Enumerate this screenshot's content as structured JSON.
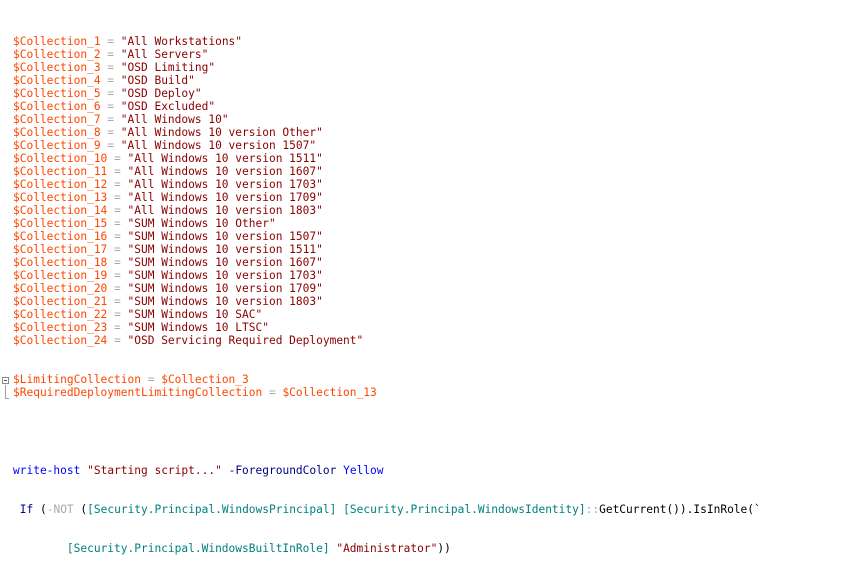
{
  "editor": {
    "assignments": [
      {
        "var": "$Collection_1",
        "op": " = ",
        "value": "\"All Workstations\""
      },
      {
        "var": "$Collection_2",
        "op": " = ",
        "value": "\"All Servers\""
      },
      {
        "var": "$Collection_3",
        "op": " = ",
        "value": "\"OSD Limiting\""
      },
      {
        "var": "$Collection_4",
        "op": " = ",
        "value": "\"OSD Build\""
      },
      {
        "var": "$Collection_5",
        "op": " = ",
        "value": "\"OSD Deploy\""
      },
      {
        "var": "$Collection_6",
        "op": " = ",
        "value": "\"OSD Excluded\""
      },
      {
        "var": "$Collection_7",
        "op": " = ",
        "value": "\"All Windows 10\""
      },
      {
        "var": "$Collection_8",
        "op": " = ",
        "value": "\"All Windows 10 version Other\""
      },
      {
        "var": "$Collection_9",
        "op": " = ",
        "value": "\"All Windows 10 version 1507\""
      },
      {
        "var": "$Collection_10",
        "op": " = ",
        "value": "\"All Windows 10 version 1511\""
      },
      {
        "var": "$Collection_11",
        "op": " = ",
        "value": "\"All Windows 10 version 1607\""
      },
      {
        "var": "$Collection_12",
        "op": " = ",
        "value": "\"All Windows 10 version 1703\""
      },
      {
        "var": "$Collection_13",
        "op": " = ",
        "value": "\"All Windows 10 version 1709\""
      },
      {
        "var": "$Collection_14",
        "op": " = ",
        "value": "\"All Windows 10 version 1803\""
      },
      {
        "var": "$Collection_15",
        "op": " = ",
        "value": "\"SUM Windows 10 Other\""
      },
      {
        "var": "$Collection_16",
        "op": " = ",
        "value": "\"SUM Windows 10 version 1507\""
      },
      {
        "var": "$Collection_17",
        "op": " = ",
        "value": "\"SUM Windows 10 version 1511\""
      },
      {
        "var": "$Collection_18",
        "op": " = ",
        "value": "\"SUM Windows 10 version 1607\""
      },
      {
        "var": "$Collection_19",
        "op": " = ",
        "value": "\"SUM Windows 10 version 1703\""
      },
      {
        "var": "$Collection_20",
        "op": " = ",
        "value": "\"SUM Windows 10 version 1709\""
      },
      {
        "var": "$Collection_21",
        "op": " = ",
        "value": "\"SUM Windows 10 version 1803\""
      },
      {
        "var": "$Collection_22",
        "op": " = ",
        "value": "\"SUM Windows 10 SAC\""
      },
      {
        "var": "$Collection_23",
        "op": " = ",
        "value": "\"SUM Windows 10 LTSC\""
      },
      {
        "var": "$Collection_24",
        "op": " = ",
        "value": "\"OSD Servicing Required Deployment\""
      }
    ],
    "var_assignments": [
      {
        "var": "$LimitingCollection",
        "op": " = ",
        "value": "$Collection_3"
      },
      {
        "var": "$RequiredDeploymentLimitingCollection",
        "op": " = ",
        "value": "$Collection_13"
      }
    ],
    "write_host": {
      "cmd": "write-host",
      "arg": "\"Starting script...\"",
      "param": "-ForegroundColor",
      "param_value": "Yellow"
    },
    "if_line": {
      "indent": " ",
      "keyword": "If",
      "open": " (",
      "not_op": "-NOT",
      "open2": " (",
      "type1": "[Security.Principal.WindowsPrincipal]",
      "sp": " ",
      "type2": "[Security.Principal.WindowsIdentity]",
      "static_op": "::",
      "call": "GetCurrent()).IsInRole(`"
    },
    "continuation_line": {
      "indent": "        ",
      "type": "[Security.Principal.WindowsBuiltInRole]",
      "sp": " ",
      "value": "\"Administrator\"",
      "close": "))"
    }
  }
}
